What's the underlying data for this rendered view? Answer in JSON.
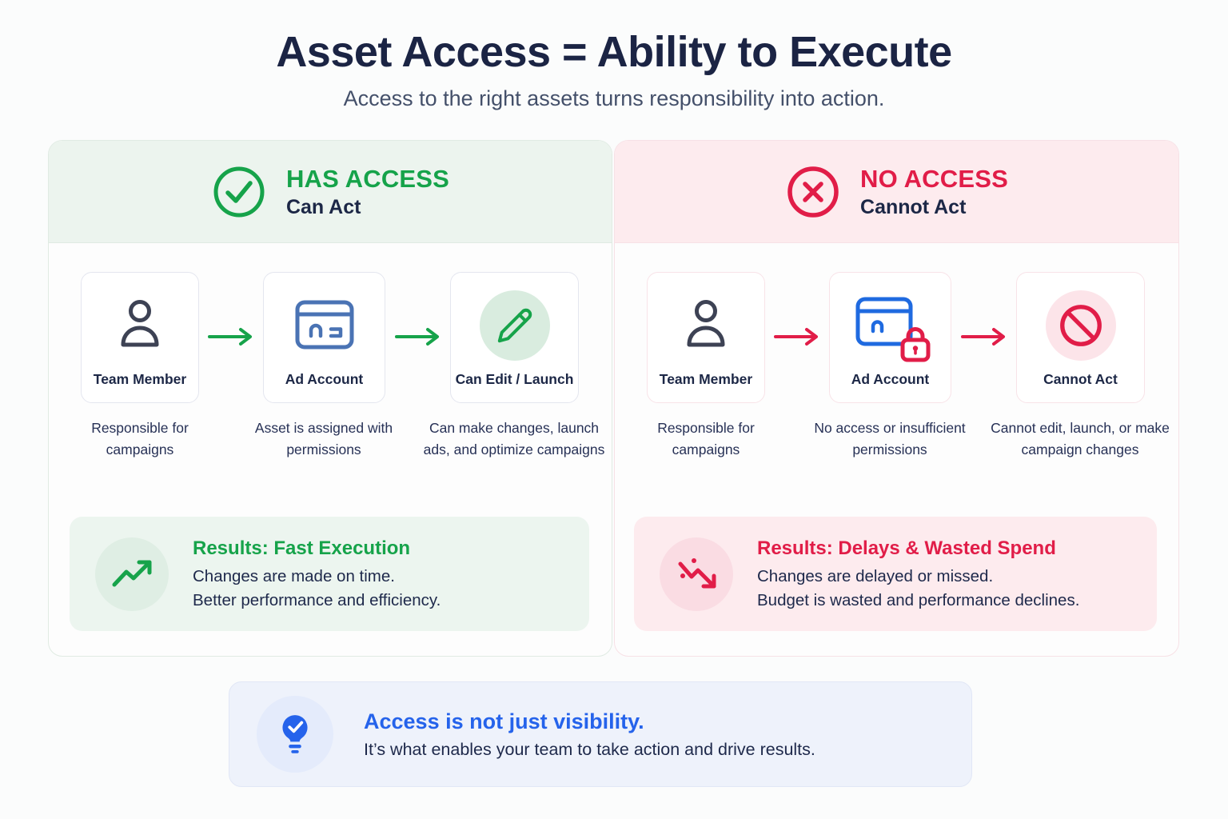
{
  "header": {
    "title": "Asset Access = Ability to Execute",
    "subtitle": "Access to the right assets turns responsibility into action."
  },
  "left_panel": {
    "header": {
      "icon": "check-circle-icon",
      "title": "HAS ACCESS",
      "subtitle": "Can Act"
    },
    "steps": [
      {
        "icon": "person-icon",
        "label": "Team Member",
        "description": "Responsible for campaigns"
      },
      {
        "icon": "ad-account-icon",
        "label": "Ad Account",
        "description": "Asset is assigned with permissions"
      },
      {
        "icon": "pencil-icon",
        "label": "Can Edit / Launch",
        "description": "Can make changes, launch ads, and optimize campaigns"
      }
    ],
    "result": {
      "icon": "trending-up-icon",
      "title": "Results: Fast Execution",
      "line1": "Changes are made on time.",
      "line2": "Better performance and efficiency."
    }
  },
  "right_panel": {
    "header": {
      "icon": "x-circle-icon",
      "title": "NO ACCESS",
      "subtitle": "Cannot Act"
    },
    "steps": [
      {
        "icon": "person-icon",
        "label": "Team Member",
        "description": "Responsible for campaigns"
      },
      {
        "icon": "ad-account-locked-icon",
        "label": "Ad Account",
        "description": "No access or insufficient permissions"
      },
      {
        "icon": "ban-icon",
        "label": "Cannot Act",
        "description": "Cannot edit, launch, or make campaign changes"
      }
    ],
    "result": {
      "icon": "trending-down-icon",
      "title": "Results: Delays & Wasted Spend",
      "line1": "Changes are delayed or missed.",
      "line2": "Budget is wasted and performance declines."
    }
  },
  "callout": {
    "icon": "lightbulb-icon",
    "title": "Access is not just visibility.",
    "body": "It’s what enables your team to take action and drive results."
  },
  "colors": {
    "green": "#16a34a",
    "red": "#e11d48",
    "blue": "#2563eb",
    "navy": "#1c2746",
    "steel_blue": "#4a73b4",
    "bright_blue": "#1f6ae0",
    "green_tint": "#ecf4ee",
    "pink_tint": "#fdebee",
    "blue_tint": "#eef2fb"
  }
}
